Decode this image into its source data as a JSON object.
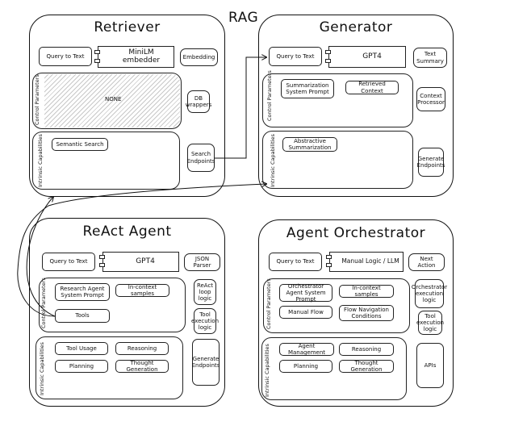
{
  "rag_label": "RAG",
  "retriever": {
    "title": "Retriever",
    "query_to_text": "Query to Text",
    "embedder": "MiniLM embedder",
    "embedding": "Embedding",
    "control_label": "Control Parameters",
    "none": "NONE",
    "db_wrappers": "DB wrappers",
    "intrinsic_label": "Intrinsic Capabilities",
    "semantic_search": "Semantic Search",
    "search_endpoints": "Search Endpoints"
  },
  "generator": {
    "title": "Generator",
    "query_to_text": "Query to Text",
    "model": "GPT4",
    "text_summary": "Text Summary",
    "control_label": "Control Parameters",
    "summarization_prompt": "Summarization System Prompt",
    "retrieved_context": "Retrieved Context",
    "context_processor": "Context Processor",
    "intrinsic_label": "Intrinsic Capabilities",
    "abstractive": "Abstractive Summarization",
    "generate_endpoints": "Generate Endpoints"
  },
  "react": {
    "title": "ReAct Agent",
    "query_to_text": "Query to Text",
    "model": "GPT4",
    "json_parser": "JSON Parser",
    "control_label": "Control Parameters",
    "research_prompt": "Research Agent System Prompt",
    "in_context": "In-context samples",
    "tools": "Tools",
    "react_loop": "ReAct loop logic",
    "tool_exec": "Tool execution logic",
    "intrinsic_label": "Intrinsic Capabilities",
    "tool_usage": "Tool Usage",
    "reasoning": "Reasoning",
    "planning": "Planning",
    "thought_generation": "Thought Generation",
    "generate_endpoints": "Generate Endpoints"
  },
  "orchestrator": {
    "title": "Agent Orchestrator",
    "query_to_text": "Query to Text",
    "model": "Manual Logic / LLM",
    "next_action": "Next Action",
    "control_label": "Control Parameters",
    "orch_prompt": "Orchestrator Agent System Prompt",
    "in_context": "In-context samples",
    "manual_flow": "Manual Flow",
    "flow_conditions": "Flow Navigation Conditions",
    "orch_exec": "Orchestrator execution logic",
    "tool_exec": "Tool execution logic",
    "intrinsic_label": "Intrinsic Capabilities",
    "agent_management": "Agent Management",
    "reasoning": "Reasoning",
    "planning": "Planning",
    "thought_generation": "Thought Generation",
    "apis": "APIs"
  }
}
